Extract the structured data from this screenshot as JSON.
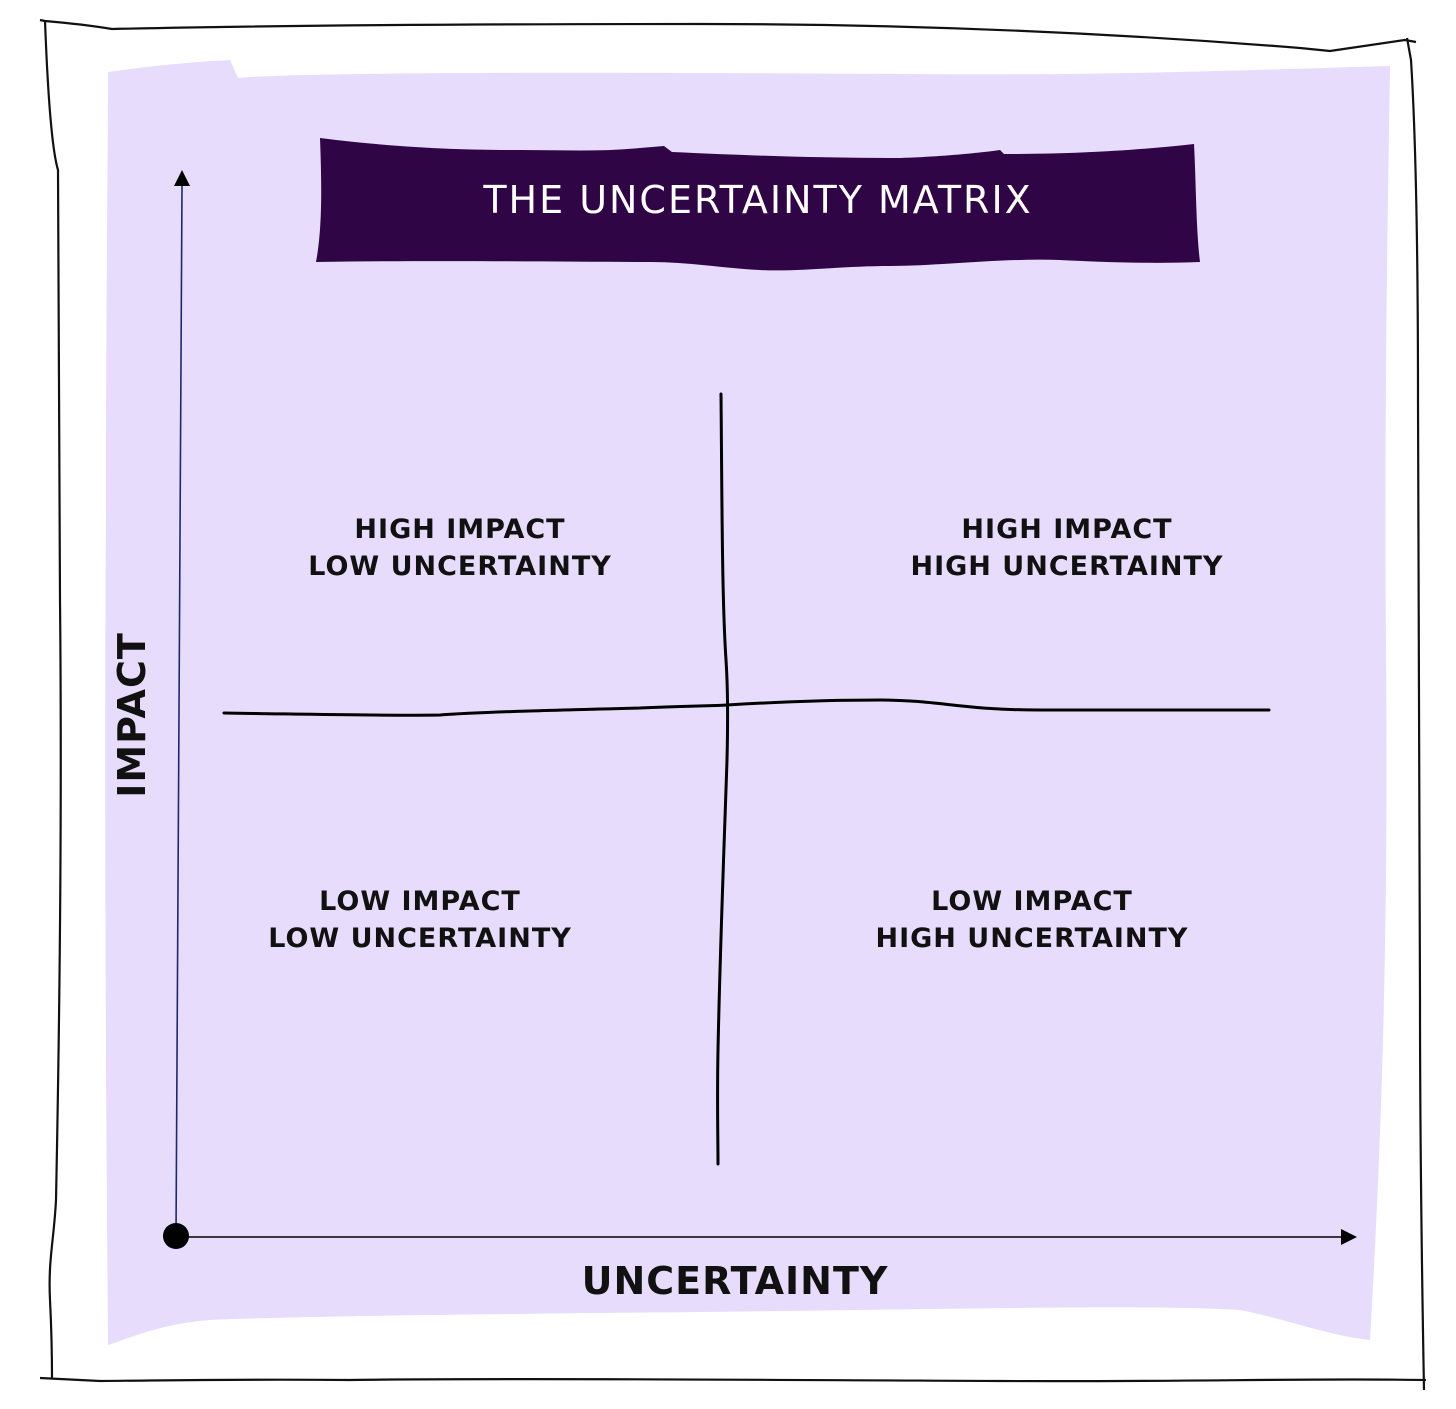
{
  "title": "THE UNCERTAINTY MATRIX",
  "axes": {
    "y_label": "IMPACT",
    "x_label": "UNCERTAINTY"
  },
  "quadrants": {
    "top_left": {
      "line1": "HIGH IMPACT",
      "line2": "LOW UNCERTAINTY"
    },
    "top_right": {
      "line1": "HIGH IMPACT",
      "line2": "HIGH UNCERTAINTY"
    },
    "bottom_left": {
      "line1": "LOW IMPACT",
      "line2": "LOW UNCERTAINTY"
    },
    "bottom_right": {
      "line1": "LOW IMPACT",
      "line2": "HIGH UNCERTAINTY"
    }
  },
  "colors": {
    "background": "#ffffff",
    "paper_fill": "#e8dcfc",
    "title_banner": "#300545",
    "title_text": "#ffffff",
    "ink": "#111111",
    "y_axis_line": "#1c2a6b"
  }
}
